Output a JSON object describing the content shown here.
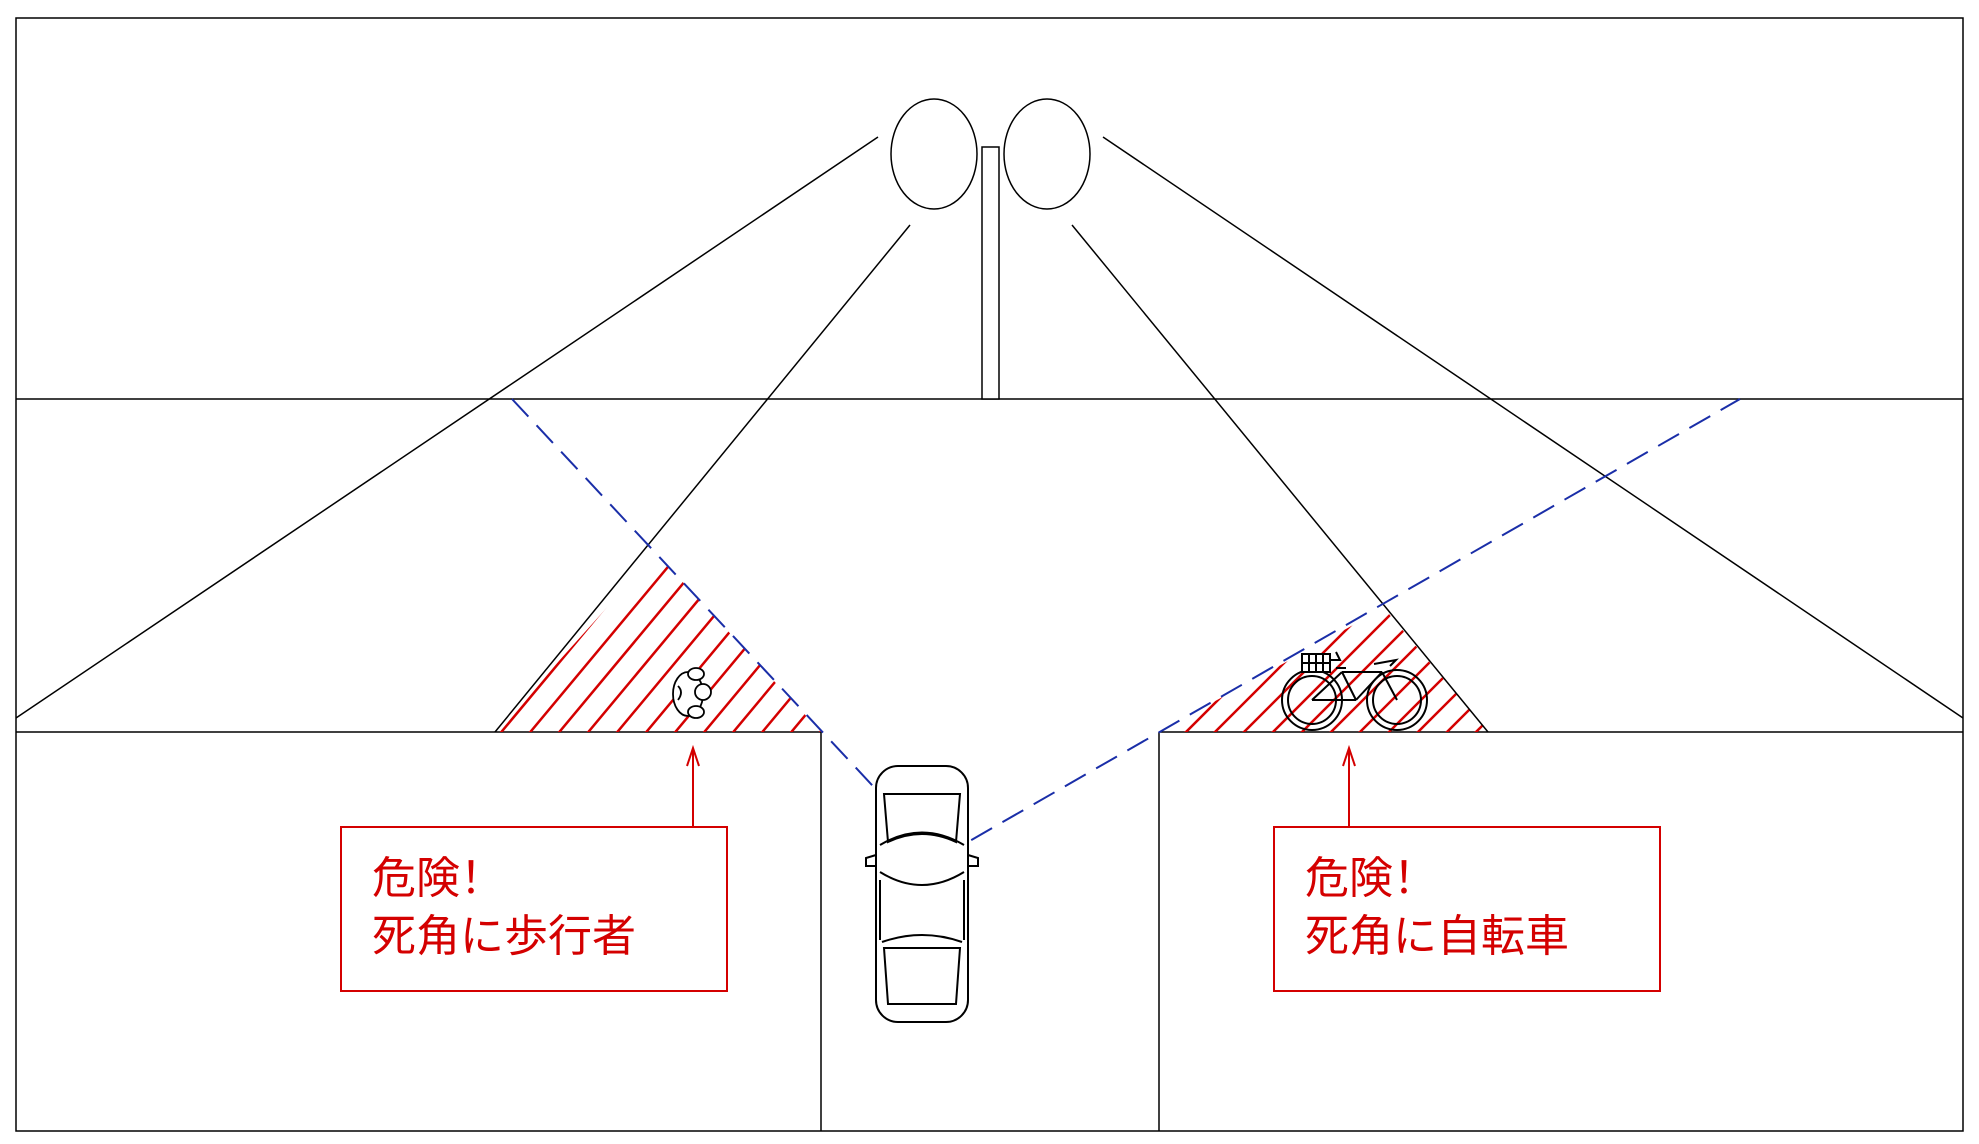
{
  "colors": {
    "line": "#000000",
    "hazard": "#d40000",
    "sightline": "#1a2ea8",
    "background": "#ffffff"
  },
  "warnings": {
    "left": {
      "line1": "危険！",
      "line2": "死角に歩行者"
    },
    "right": {
      "line1": "危険！",
      "line2": "死角に自転車"
    }
  },
  "icons": {
    "streetlight": "twin-streetlight-icon",
    "car": "car-topview-icon",
    "pedestrian": "pedestrian-topview-icon",
    "bicycle": "bicycle-icon"
  }
}
